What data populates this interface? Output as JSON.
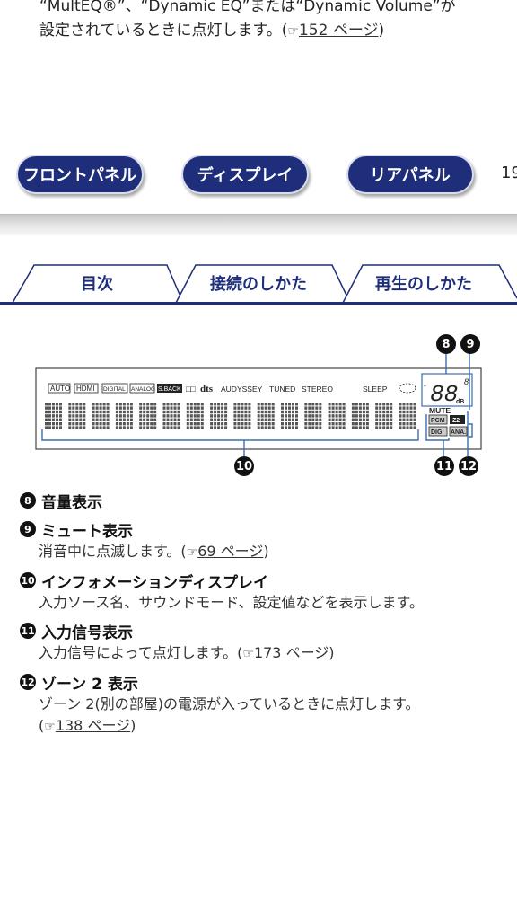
{
  "top_text": {
    "line1": "“MultEQ®”、“Dynamic EQ”または“Dynamic Volume”が",
    "line2_prefix": "設定されているときに点灯します。(",
    "line2_link": "152 ページ",
    "line2_suffix": ")"
  },
  "nav": {
    "front_panel": "フロントパネル",
    "display": "ディスプレイ",
    "rear_panel": "リアパネル",
    "page_number": "19"
  },
  "tabs": {
    "toc": "目次",
    "connections": "接続のしかた",
    "playback": "再生のしかた"
  },
  "display_panel": {
    "indicators": [
      "AUTO",
      "HDMI",
      "DIGITAL",
      "ANALOG",
      "S.BACK"
    ],
    "dolby": "□□",
    "dts": "dts",
    "audyssey": "AUDYSSEY",
    "tuned": "TUNED",
    "stereo": "STEREO",
    "sleep": "SLEEP",
    "mute": "MUTE",
    "pcm": "PCM",
    "z2": "Z2",
    "dig": "DIG.",
    "ana": "ANA.",
    "db": "dB",
    "callouts": [
      "8",
      "9",
      "10",
      "11",
      "12"
    ]
  },
  "items": [
    {
      "num": "8",
      "title": "音量表示",
      "desc": "",
      "link": "",
      "after": ""
    },
    {
      "num": "9",
      "title": "ミュート表示",
      "desc": "消音中に点滅します。(",
      "link": "69 ページ",
      "after": ")"
    },
    {
      "num": "10",
      "title": "インフォメーションディスプレイ",
      "desc": "入力ソース名、サウンドモード、設定値などを表示します。",
      "link": "",
      "after": ""
    },
    {
      "num": "11",
      "title": "入力信号表示",
      "desc": "入力信号によって点灯します。(",
      "link": "173 ページ",
      "after": ")"
    },
    {
      "num": "12",
      "title": "ゾーン 2 表示",
      "desc": "ゾーン 2(別の部屋)の電源が入っているときに点灯します。",
      "desc2_prefix": "(",
      "link": "138 ページ",
      "after": ")"
    }
  ],
  "ref_symbol": "☞"
}
